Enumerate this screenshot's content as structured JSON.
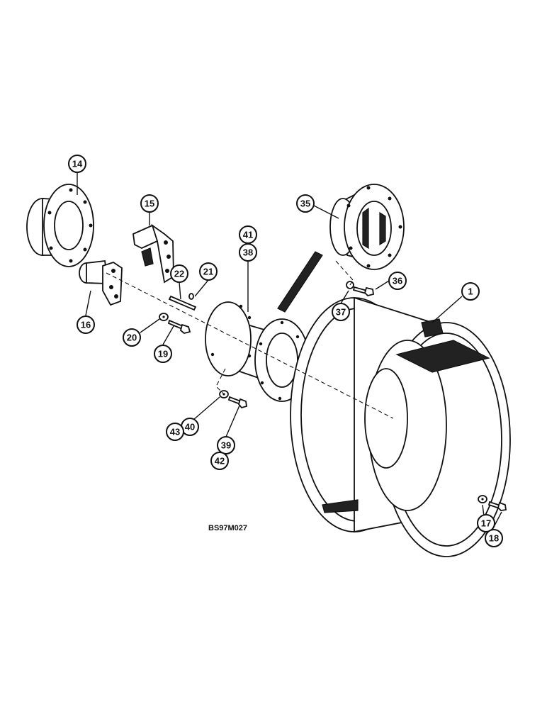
{
  "diagram": {
    "reference_code": "BS97M027",
    "callouts": [
      {
        "id": "14",
        "label": "14"
      },
      {
        "id": "15",
        "label": "15"
      },
      {
        "id": "16",
        "label": "16"
      },
      {
        "id": "22",
        "label": "22"
      },
      {
        "id": "21",
        "label": "21"
      },
      {
        "id": "20",
        "label": "20"
      },
      {
        "id": "19",
        "label": "19"
      },
      {
        "id": "41",
        "label": "41"
      },
      {
        "id": "38",
        "label": "38"
      },
      {
        "id": "35",
        "label": "35"
      },
      {
        "id": "36",
        "label": "36"
      },
      {
        "id": "37",
        "label": "37"
      },
      {
        "id": "1",
        "label": "1"
      },
      {
        "id": "40",
        "label": "40"
      },
      {
        "id": "43",
        "label": "43"
      },
      {
        "id": "39",
        "label": "39"
      },
      {
        "id": "42",
        "label": "42"
      },
      {
        "id": "17",
        "label": "17"
      },
      {
        "id": "18",
        "label": "18"
      }
    ]
  }
}
